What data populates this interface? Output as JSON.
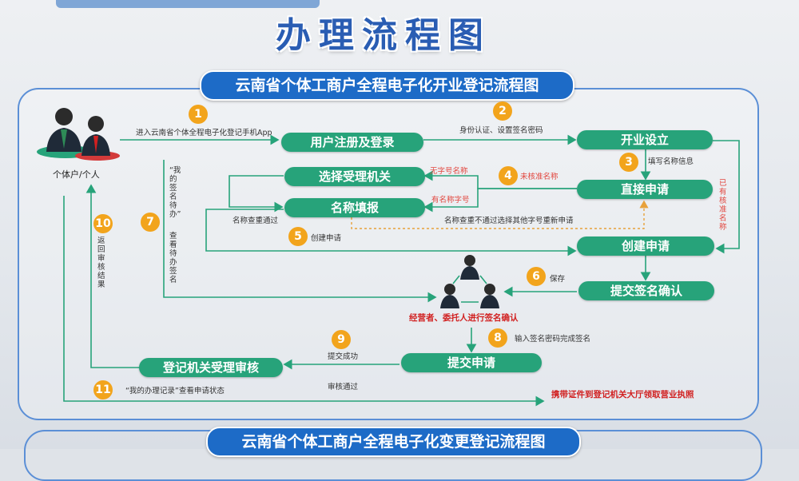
{
  "poster": {
    "title": "办理流程图",
    "section1_title": "云南省个体工商户全程电子化开业登记流程图",
    "section2_title": "云南省个体工商户全程电子化变更登记流程图"
  },
  "actor": {
    "label": "个体户/个人"
  },
  "steps": {
    "register": "用户注册及登录",
    "open": "开业设立",
    "select_authority": "选择受理机关",
    "direct_apply": "直接申请",
    "name_fill": "名称填报",
    "create_apply": "创建申请",
    "submit_sign": "提交签名确认",
    "submit_apply": "提交申请",
    "review": "登记机关受理审核"
  },
  "numbers": [
    "1",
    "2",
    "3",
    "4",
    "5",
    "6",
    "7",
    "8",
    "9",
    "10",
    "11"
  ],
  "labels": {
    "l1": "进入云南省个体全程电子化登记手机App",
    "l2": "身份认证、设置签名密码",
    "l3": "填写名称信息",
    "l4": "未核准名称",
    "l_no_name": "无字号名称",
    "l_has_name": "有名称字号",
    "l_name_pass": "名称查重通过",
    "l_name_fail": "名称查重不通过选择其他字号重新申请",
    "l5": "创建申请",
    "l6": "保存",
    "l7a": "“我的签名待办”",
    "l7b": "查看待办签名",
    "l8": "输入签名密码完成签名",
    "l9": "提交成功",
    "l10": "返回审核结果",
    "l11": "“我的办理记录”查看申请状态",
    "l_pass": "审核通过",
    "l_approved": "已有核准名称",
    "signers": "经营者、委托人进行签名确认",
    "final": "携带证件到登记机关大厅领取营业执照"
  },
  "colors": {
    "banner": "#1d6bc7",
    "step_box": "#27a37a",
    "number_badge": "#f2a41c",
    "accent_red": "#d12020",
    "title": "#2a5db3"
  },
  "icons": [
    "person-icon",
    "arrow-icon"
  ]
}
